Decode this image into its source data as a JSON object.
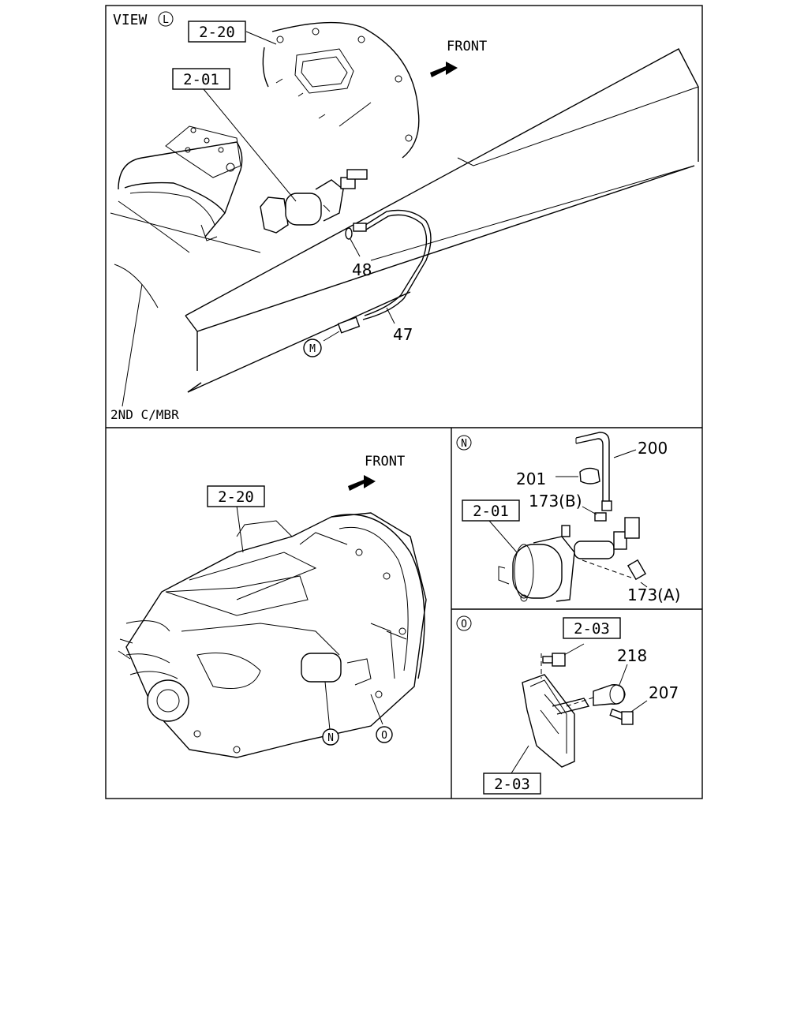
{
  "panels": {
    "view_l": {
      "view_prefix": "VIEW",
      "view_letter": "L",
      "front_label": "FRONT",
      "ref_2_20": "2-20",
      "ref_2_01": "2-01",
      "part_48": "48",
      "part_47": "47",
      "callout_m": "M",
      "member_label": "2ND C/MBR"
    },
    "transmission": {
      "front_label": "FRONT",
      "ref_2_20": "2-20",
      "callout_n": "N",
      "callout_o": "O"
    },
    "detail_n": {
      "callout": "N",
      "part_200": "200",
      "part_201": "201",
      "part_173b": "173(B)",
      "ref_2_01": "2-01",
      "part_173a": "173(A)"
    },
    "detail_o": {
      "callout": "O",
      "ref_2_03_top": "2-03",
      "part_218": "218",
      "part_207": "207",
      "ref_2_03_bottom": "2-03"
    }
  }
}
